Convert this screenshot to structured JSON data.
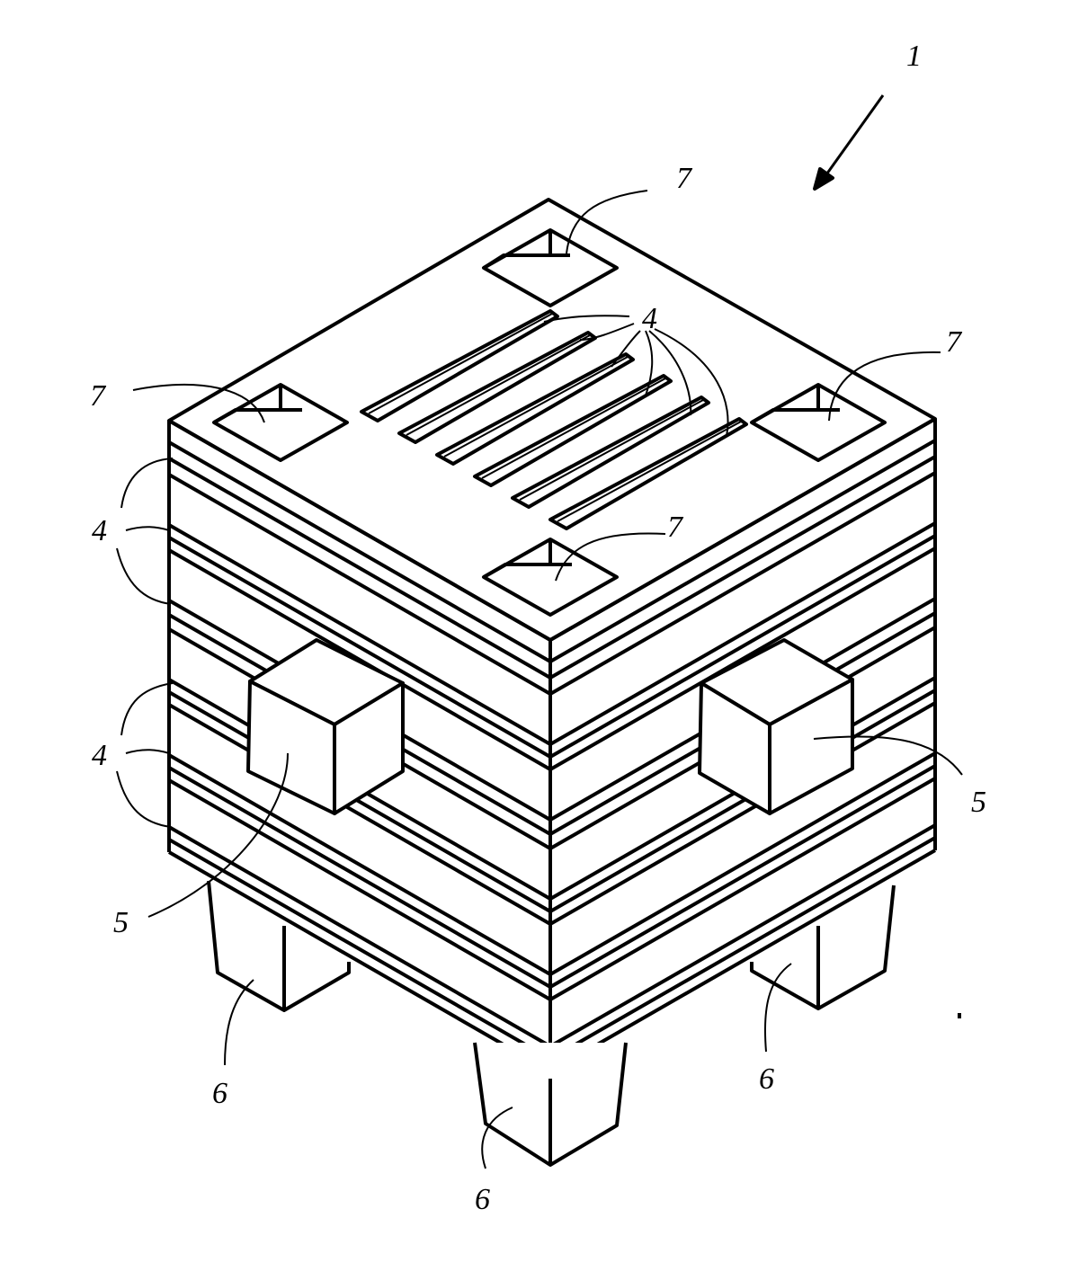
{
  "figure": {
    "ref_assembly": "1",
    "ref_grooves": "4",
    "ref_blocks": "5",
    "ref_feet": "6",
    "ref_recesses": "7",
    "dot": "."
  },
  "colors": {
    "line": "#000000",
    "background": "#ffffff"
  }
}
